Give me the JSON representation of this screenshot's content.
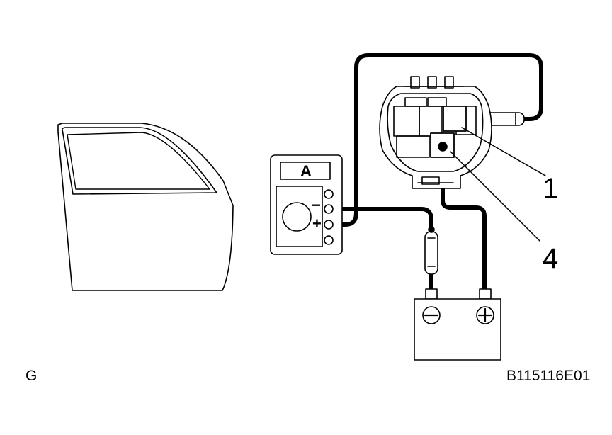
{
  "callouts": {
    "terminal_1": "1",
    "terminal_4": "4"
  },
  "meter": {
    "unit": "A",
    "minus_terminal": "−",
    "plus_terminal": "+"
  },
  "battery": {
    "negative_symbol": "minus-symbol",
    "positive_symbol": "plus-symbol"
  },
  "footer": {
    "left_code": "G",
    "figure_id": "B115116E01"
  },
  "colors": {
    "line": "#000000",
    "background": "#ffffff"
  }
}
